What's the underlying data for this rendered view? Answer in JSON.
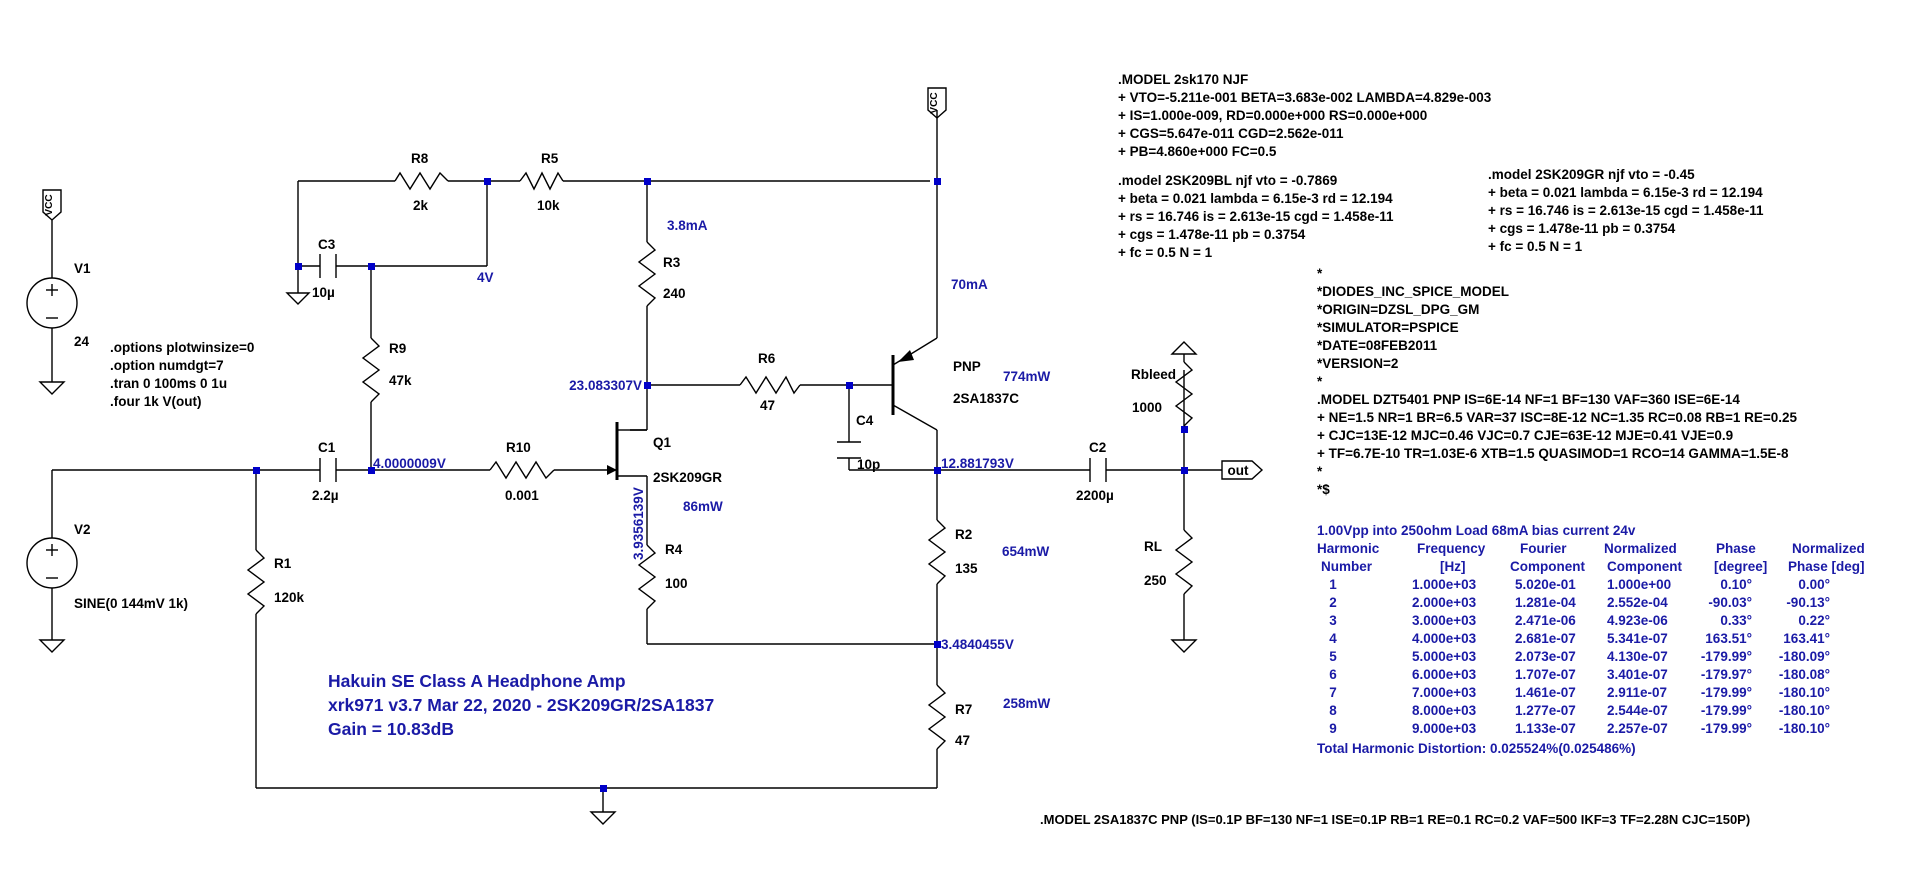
{
  "components": {
    "V1": {
      "name": "V1",
      "value": "24"
    },
    "V2": {
      "name": "V2",
      "value": "SINE(0 144mV 1k)"
    },
    "R1": {
      "name": "R1",
      "value": "120k"
    },
    "R2": {
      "name": "R2",
      "value": "135"
    },
    "R3": {
      "name": "R3",
      "value": "240"
    },
    "R4": {
      "name": "R4",
      "value": "100"
    },
    "R5": {
      "name": "R5",
      "value": "10k"
    },
    "R6": {
      "name": "R6",
      "value": "47"
    },
    "R7": {
      "name": "R7",
      "value": "47"
    },
    "R8": {
      "name": "R8",
      "value": "2k"
    },
    "R9": {
      "name": "R9",
      "value": "47k"
    },
    "R10": {
      "name": "R10",
      "value": "0.001"
    },
    "RL": {
      "name": "RL",
      "value": "250"
    },
    "Rbleed": {
      "name": "Rbleed",
      "value": "1000"
    },
    "C1": {
      "name": "C1",
      "value": "2.2µ"
    },
    "C2": {
      "name": "C2",
      "value": "2200µ"
    },
    "C3": {
      "name": "C3",
      "value": "10µ"
    },
    "C4": {
      "name": "C4",
      "value": "10p"
    },
    "Q1": {
      "name": "Q1",
      "value": "2SK209GR"
    },
    "Q2": {
      "type": "PNP",
      "value": "2SA1837C"
    }
  },
  "nets": {
    "vcc": "VCC",
    "out": "out"
  },
  "annotations": {
    "i_r3": "3.8mA",
    "v_r8r5": "4V",
    "i_q2": "70mA",
    "p_q2": "774mW",
    "v_drain": "23.083307V",
    "v_gate": "4.0000009V",
    "v_source": "3.9356139V",
    "p_q1": "86mW",
    "v_emitter": "12.881793V",
    "p_r2": "654mW",
    "v_r2r7": "3.4840455V",
    "p_r7": "258mW"
  },
  "directives": [
    ".options plotwinsize=0",
    ".option numdgt=7",
    ".tran 0 100ms 0 1u",
    ".four 1k V(out)"
  ],
  "title": {
    "line1": "Hakuin SE Class A Headphone Amp",
    "line2": "xrk971   v3.7  Mar 22, 2020 - 2SK209GR/2SA1837",
    "line3": "Gain = 10.83dB"
  },
  "model_2sk170": [
    ".MODEL 2sk170 NJF",
    "+ VTO=-5.211e-001 BETA=3.683e-002 LAMBDA=4.829e-003",
    "+ IS=1.000e-009, RD=0.000e+000 RS=0.000e+000",
    "+ CGS=5.647e-011 CGD=2.562e-011",
    "+ PB=4.860e+000 FC=0.5"
  ],
  "model_2sk209bl": [
    ".model 2SK209BL njf vto = -0.7869",
    "+ beta = 0.021 lambda = 6.15e-3 rd = 12.194",
    "+ rs = 16.746 is = 2.613e-15 cgd = 1.458e-11",
    "+ cgs = 1.478e-11 pb = 0.3754",
    "+ fc = 0.5 N = 1"
  ],
  "model_2sk209gr": [
    ".model 2SK209GR njf vto = -0.45",
    "+ beta = 0.021 lambda = 6.15e-3 rd = 12.194",
    "+ rs = 16.746 is = 2.613e-15 cgd = 1.458e-11",
    "+ cgs = 1.478e-11 pb = 0.3754",
    "+ fc = 0.5 N = 1"
  ],
  "model_dzt5401": [
    "*",
    "*DIODES_INC_SPICE_MODEL",
    "*ORIGIN=DZSL_DPG_GM",
    "*SIMULATOR=PSPICE",
    "*DATE=08FEB2011",
    "*VERSION=2",
    "*",
    ".MODEL DZT5401 PNP IS=6E-14 NF=1 BF=130 VAF=360 ISE=6E-14",
    "+ NE=1.5 NR=1 BR=6.5 VAR=37 ISC=8E-12 NC=1.35 RC=0.08 RB=1 RE=0.25",
    "+ CJC=13E-12 MJC=0.46  VJC=0.7 CJE=63E-12 MJE=0.41 VJE=0.9",
    "+ TF=6.7E-10 TR=1.03E-6 XTB=1.5 QUASIMOD=1 RCO=14 GAMMA=1.5E-8",
    "*",
    "*$"
  ],
  "model_2sa1837c": ".MODEL 2SA1837C PNP (IS=0.1P BF=130 NF=1 ISE=0.1P RB=1 RE=0.1 RC=0.2 VAF=500 IKF=3 TF=2.28N CJC=150P)",
  "fourier": {
    "heading": "1.00Vpp into 250ohm Load 68mA bias current 24v",
    "headers1": [
      "Harmonic",
      "Frequency",
      "Fourier",
      "Normalized",
      "Phase",
      "Normalized"
    ],
    "headers2": [
      "Number",
      "[Hz]",
      "Component",
      "Component",
      "[degree]",
      "Phase [deg]"
    ],
    "rows": [
      [
        "1",
        "1.000e+03",
        "5.020e-01",
        "1.000e+00",
        "0.10°",
        "0.00°"
      ],
      [
        "2",
        "2.000e+03",
        "1.281e-04",
        "2.552e-04",
        "-90.03°",
        "-90.13°"
      ],
      [
        "3",
        "3.000e+03",
        "2.471e-06",
        "4.923e-06",
        "0.33°",
        "0.22°"
      ],
      [
        "4",
        "4.000e+03",
        "2.681e-07",
        "5.341e-07",
        "163.51°",
        "163.41°"
      ],
      [
        "5",
        "5.000e+03",
        "2.073e-07",
        "4.130e-07",
        "-179.99°",
        "-180.09°"
      ],
      [
        "6",
        "6.000e+03",
        "1.707e-07",
        "3.401e-07",
        "-179.97°",
        "-180.08°"
      ],
      [
        "7",
        "7.000e+03",
        "1.461e-07",
        "2.911e-07",
        "-179.99°",
        "-180.10°"
      ],
      [
        "8",
        "8.000e+03",
        "1.277e-07",
        "2.544e-07",
        "-179.99°",
        "-180.10°"
      ],
      [
        "9",
        "9.000e+03",
        "1.133e-07",
        "2.257e-07",
        "-179.99°",
        "-180.10°"
      ]
    ],
    "thd": "Total Harmonic Distortion: 0.025524%(0.025486%)"
  },
  "colors": {
    "wire": "#000000",
    "annotation": "#1a1aa6",
    "junction": "#0000c8"
  }
}
